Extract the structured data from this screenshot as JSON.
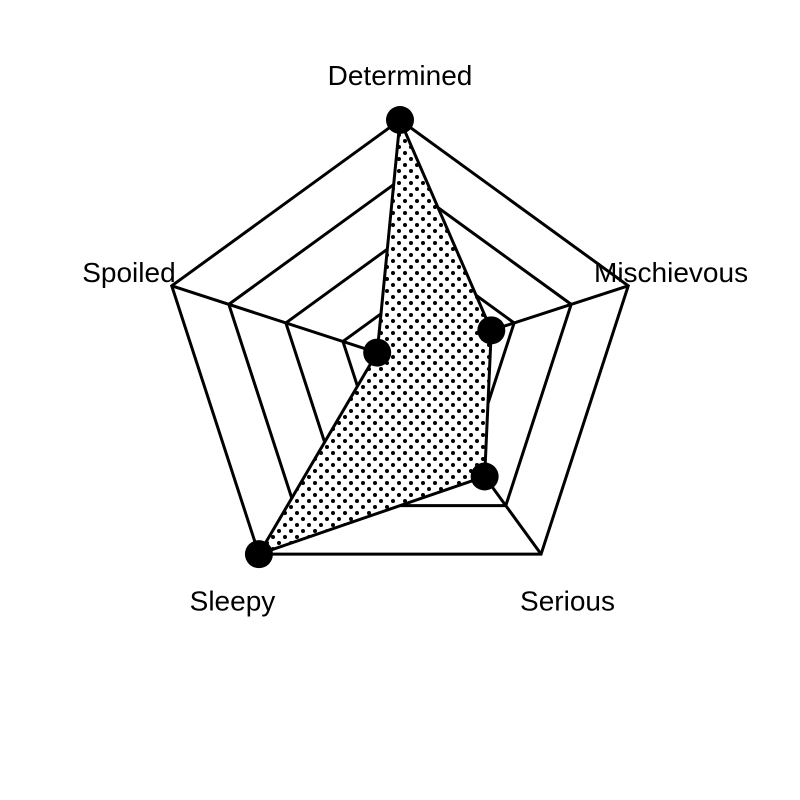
{
  "chart_data": {
    "type": "radar",
    "axes": [
      "Determined",
      "Mischievous",
      "Serious",
      "Sleepy",
      "Spoiled"
    ],
    "values": [
      5,
      2,
      3,
      5,
      0.5
    ],
    "range": [
      0,
      5
    ],
    "rings": 4,
    "grid": true,
    "fill_pattern": "dots",
    "colors": {
      "line": "#000000",
      "background": "#ffffff",
      "marker": "#000000"
    }
  }
}
